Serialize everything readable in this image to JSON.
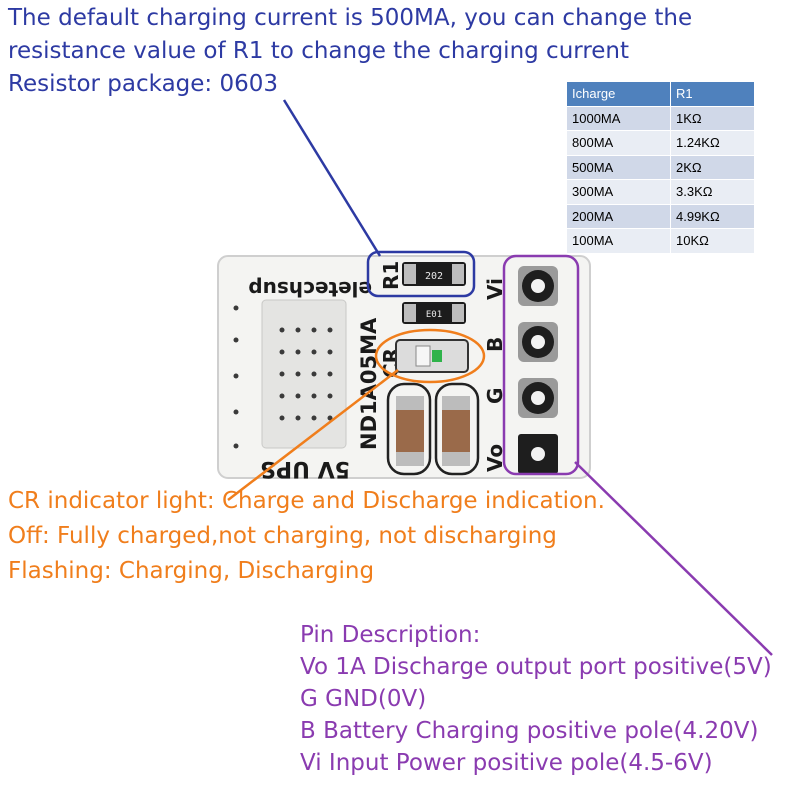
{
  "top_note": {
    "line1": "The default charging current is 500MA, you can change the",
    "line2": "resistance value of R1 to change the charging current",
    "line3": "Resistor package: 0603"
  },
  "resistor_table": {
    "headers": [
      "Icharge",
      "R1"
    ],
    "rows": [
      [
        "1000MA",
        "1KΩ"
      ],
      [
        "800MA",
        "1.24KΩ"
      ],
      [
        "500MA",
        "2KΩ"
      ],
      [
        "300MA",
        "3.3KΩ"
      ],
      [
        "200MA",
        "4.99KΩ"
      ],
      [
        "100MA",
        "10KΩ"
      ]
    ]
  },
  "board": {
    "brand": "eletechsup",
    "model": "ND1A05MA",
    "name": "5V UPS",
    "r1_label": "R1",
    "cr_label": "CR",
    "pin_labels": [
      "Vi",
      "B",
      "G",
      "Vo"
    ],
    "r1_marking": "202",
    "r2_marking": "E01"
  },
  "cr_note": {
    "line1": "CR indicator light: Charge and Discharge indication.",
    "line2": "Off: Fully charged,not charging, not discharging",
    "line3": "Flashing: Charging, Discharging"
  },
  "pin_note": {
    "title": "Pin Description:",
    "line1": "Vo 1A Discharge output port positive(5V)",
    "line2": "G GND(0V)",
    "line3": "B Battery Charging positive pole(4.20V)",
    "line4": "Vi Input Power positive pole(4.5-6V)"
  },
  "colors": {
    "blue": "#2d3aa3",
    "orange": "#f07e1c",
    "purple": "#8a3bb0",
    "table_header": "#4f81bd"
  }
}
